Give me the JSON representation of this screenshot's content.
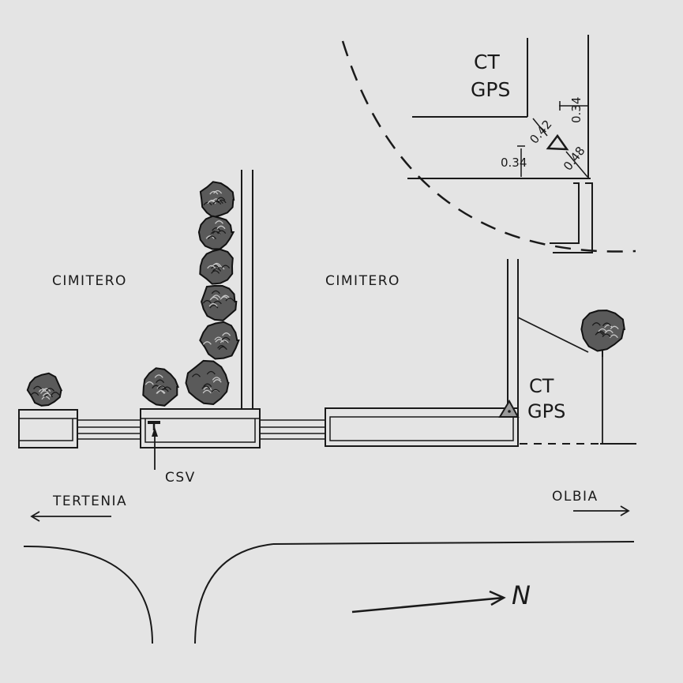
{
  "labels": {
    "cimitero_left": "CIMITERO",
    "cimitero_right": "CIMITERO",
    "ct_top_line1": "CT",
    "ct_top_line2": "GPS",
    "ct_bottom_line1": "CT",
    "ct_bottom_line2": "GPS",
    "csv": "CSV",
    "tertenia": "TERTENIA",
    "olbia": "OLBIA",
    "north": "N"
  },
  "dimensions": {
    "d_034_left": "0.34",
    "d_042": "0.42",
    "d_034_right": "0.34",
    "d_048": "0.48"
  }
}
